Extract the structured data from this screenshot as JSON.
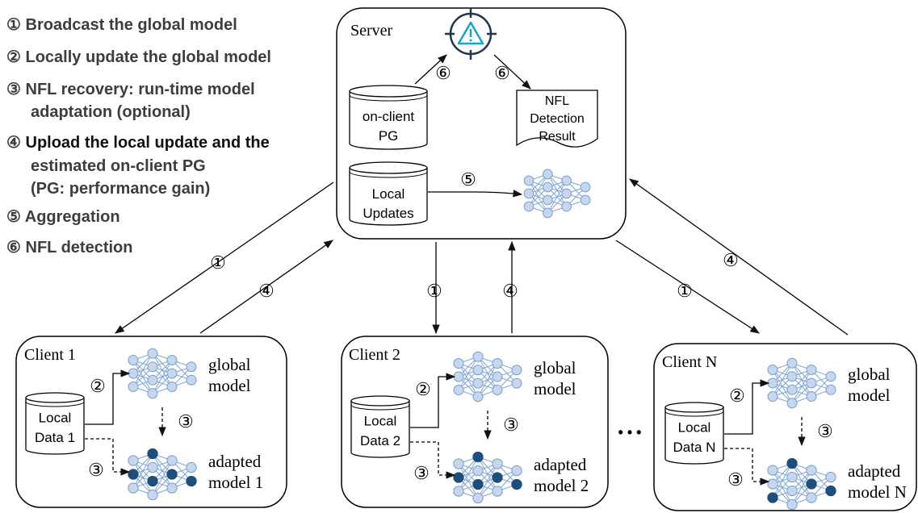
{
  "legend": [
    {
      "num": "①",
      "text": "Broadcast the global model"
    },
    {
      "num": "②",
      "text": "Locally update the global model"
    },
    {
      "num": "③",
      "text": "NFL recovery: run-time model"
    },
    {
      "num": "",
      "text": "adaptation  (optional)"
    },
    {
      "num": "④",
      "text": "Upload the local update and the"
    },
    {
      "num": "",
      "text": "estimated on-client PG"
    },
    {
      "num": "",
      "text": "(PG: performance gain)"
    },
    {
      "num": "⑤",
      "text": "Aggregation"
    },
    {
      "num": "⑥",
      "text": "NFL detection"
    }
  ],
  "server": {
    "title": "Server",
    "pg_line1": "on-client",
    "pg_line2": "PG",
    "updates_line1": "Local",
    "updates_line2": "Updates",
    "result_line1": "NFL",
    "result_line2": "Detection",
    "result_line3": "Result",
    "step_detect": "⑥",
    "step_aggregate": "⑤"
  },
  "steps": {
    "broadcast": "①",
    "local_update": "②",
    "recovery": "③",
    "upload": "④"
  },
  "clients": [
    {
      "title": "Client 1",
      "data_line1": "Local",
      "data_line2": "Data 1",
      "global_line1": "global",
      "global_line2": "model",
      "adapted_line1": "adapted",
      "adapted_line2": "model 1"
    },
    {
      "title": "Client 2",
      "data_line1": "Local",
      "data_line2": "Data 2",
      "global_line1": "global",
      "global_line2": "model",
      "adapted_line1": "adapted",
      "adapted_line2": "model 2"
    },
    {
      "title": "Client N",
      "data_line1": "Local",
      "data_line2": "Data N",
      "global_line1": "global",
      "global_line2": "model",
      "adapted_line1": "adapted",
      "adapted_line2": "model N"
    }
  ],
  "ellipsis": "• • •",
  "colors": {
    "node_light": "#c5d6ef",
    "node_dark": "#1f4e7a",
    "edge": "#7ea6d6",
    "alert": "#1aa3c9"
  }
}
